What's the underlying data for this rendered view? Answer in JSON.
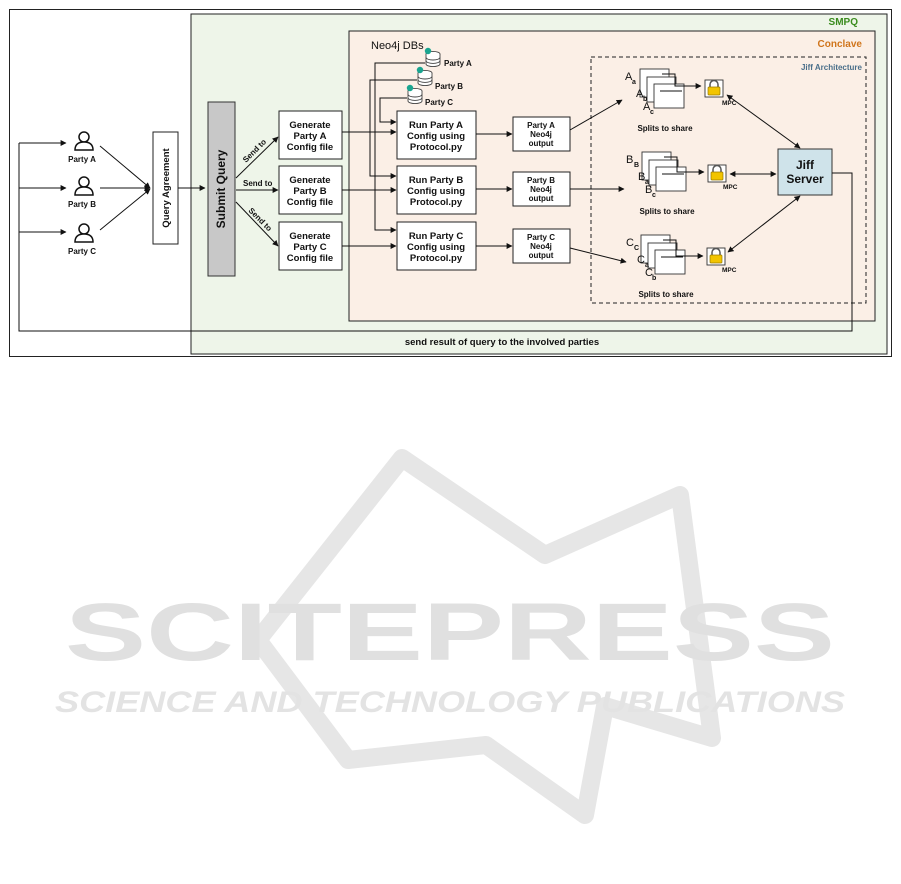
{
  "diagram": {
    "smpq": "SMPQ",
    "conclave": "Conclave",
    "jiff_arch": "Jiff Architecture",
    "neo4j_dbs": "Neo4j DBs",
    "db_a": "Party A",
    "db_b": "Party B",
    "db_c": "Party C",
    "party_a": "Party A",
    "party_b": "Party B",
    "party_c": "Party C",
    "query_agreement": "Query Agreement",
    "submit_query": "Submit Query",
    "send_to": "Send to",
    "gen_line1": "Generate",
    "gen_a_line2": "Party A",
    "gen_b_line2": "Party B",
    "gen_c_line2": "Party C",
    "gen_line3": "Config file",
    "run_a_line1": "Run Party A",
    "run_b_line1": "Run Party B",
    "run_c_line1": "Run Party C",
    "run_line2": "Config using",
    "run_line3": "Protocol.py",
    "out_a_line1": "Party A",
    "out_b_line1": "Party B",
    "out_c_line1": "Party C",
    "out_line2": "Neo4j",
    "out_line3": "output",
    "share_a_main": "A",
    "share_b_main": "B",
    "share_c_main": "C",
    "sub_a": "a",
    "sub_b": "b",
    "sub_c": "c",
    "splits": "Splits to share",
    "mpc": "MPC",
    "jiff_line1": "Jiff",
    "jiff_line2": "Server",
    "send_result": "send result of query to the involved parties"
  },
  "watermark": {
    "title": "SCITEPRESS",
    "subtitle": "SCIENCE AND TECHNOLOGY PUBLICATIONS"
  },
  "colors": {
    "smpq_fill": "#eef5e9",
    "smpq_text": "#3a8c1e",
    "conclave_fill": "#fbefe6",
    "conclave_text": "#d0751c",
    "jiff_text": "#4a6f8a",
    "jiff_server_fill": "#cfe3ea",
    "submit_fill": "#c8c8c8"
  }
}
